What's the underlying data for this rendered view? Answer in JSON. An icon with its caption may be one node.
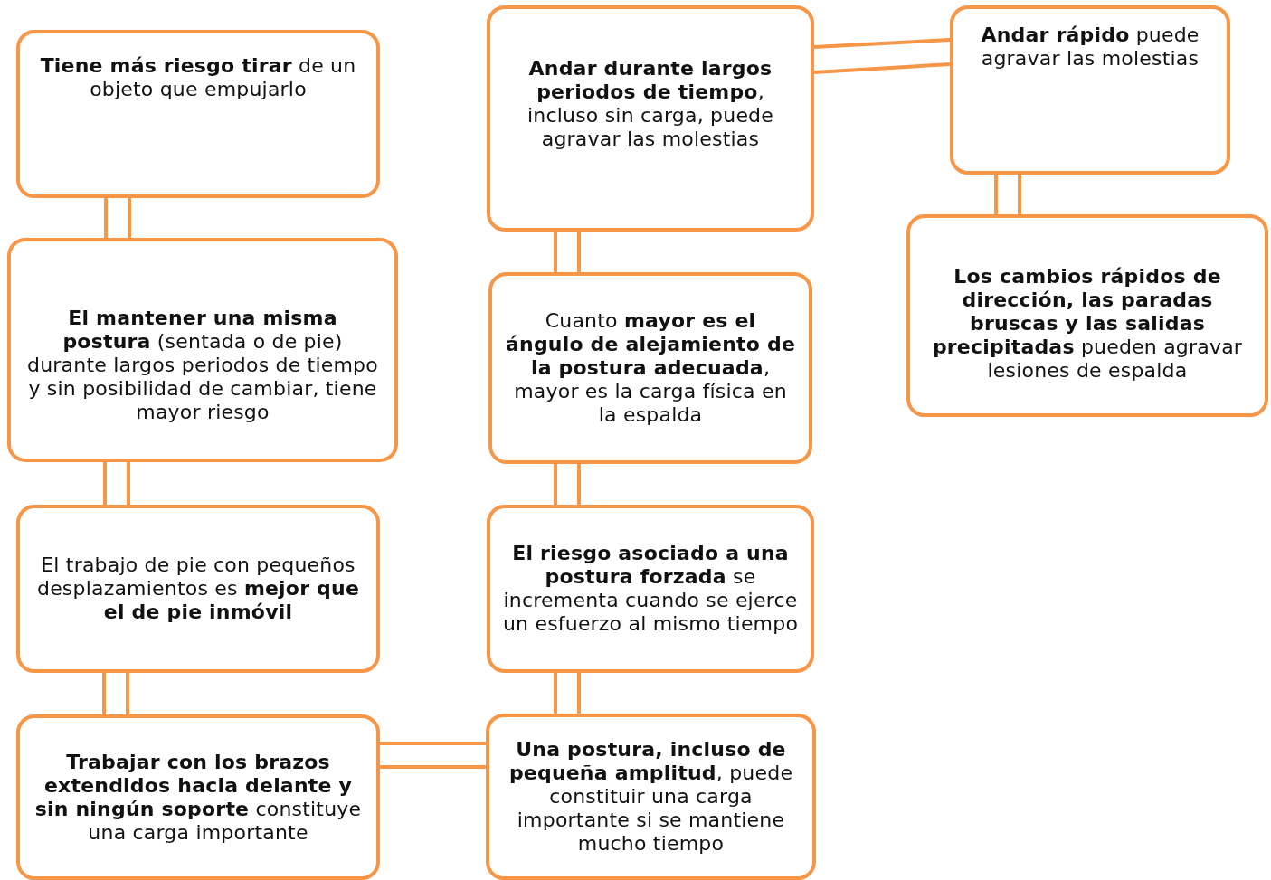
{
  "diagram": {
    "nodes": [
      {
        "text": [
          "**Tiene más riesgo tirar** de un objeto que empujarlo"
        ]
      },
      {
        "text": [
          "**El mantener una misma postura** (sentada o de pie) durante largos periodos de tiempo y sin posibilidad de cambiar, tiene mayor riesgo"
        ]
      },
      {
        "text": [
          "El trabajo de pie con pequeños desplazamientos es **mejor que el de pie inmóvil**"
        ]
      },
      {
        "text": [
          "**Trabajar con los brazos extendidos hacia delante y sin ningún soporte** constituye una carga importante"
        ]
      },
      {
        "text": [
          "**Andar durante largos periodos de tiempo**, incluso sin carga, puede agravar las molestias"
        ]
      },
      {
        "text": [
          "Cuanto **mayor es el ángulo de alejamiento de la postura adecuada**, mayor es la carga física en la espalda"
        ]
      },
      {
        "text": [
          "**El riesgo asociado a una postura forzada** se incrementa cuando se ejerce un esfuerzo al mismo tiempo"
        ]
      },
      {
        "text": [
          "**Una postura, incluso de pequeña amplitud**, puede constituir una carga importante si se mantiene mucho tiempo"
        ]
      },
      {
        "text": [
          "**Andar rápido** puede agravar las molestias"
        ]
      },
      {
        "text": [
          "**Los cambios rápidos de dirección, las paradas bruscas y las salidas precipitadas** pueden agravar lesiones de espalda"
        ]
      }
    ],
    "edges": [
      {
        "from": 0,
        "to": 1,
        "arrow": "none"
      },
      {
        "from": 1,
        "to": 2,
        "arrow": "none"
      },
      {
        "from": 2,
        "to": 3,
        "arrow": "none"
      },
      {
        "from": 3,
        "to": 7,
        "arrow": "none"
      },
      {
        "from": 7,
        "to": 6,
        "arrow": "none"
      },
      {
        "from": 6,
        "to": 5,
        "arrow": "none"
      },
      {
        "from": 5,
        "to": 4,
        "arrow": "none"
      },
      {
        "from": 4,
        "to": 8,
        "arrow": "none"
      },
      {
        "from": 8,
        "to": 9,
        "arrow": "none"
      }
    ]
  }
}
